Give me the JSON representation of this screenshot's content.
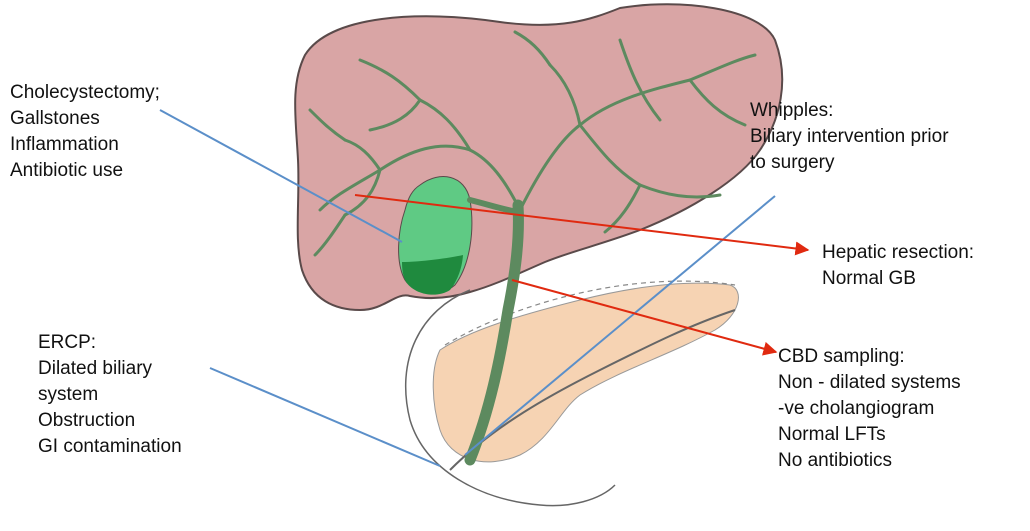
{
  "labels": {
    "cholecystectomy": [
      "Cholecystectomy;",
      "Gallstones",
      "Inflammation",
      "Antibiotic use"
    ],
    "whipples": [
      "Whipples:",
      "Biliary intervention prior",
      "to surgery"
    ],
    "hepatic_resection": [
      "Hepatic resection:",
      "Normal GB"
    ],
    "ercp": [
      "ERCP:",
      "Dilated biliary",
      "system",
      "Obstruction",
      "GI contamination"
    ],
    "cbd_sampling": [
      "CBD sampling:",
      "Non - dilated systems",
      "-ve cholangiogram",
      "Normal LFTs",
      "No antibiotics"
    ]
  },
  "colors": {
    "liver_fill": "#d9a5a5",
    "liver_stroke": "#5a4a4a",
    "duct": "#5d8a5f",
    "gallbladder": "#5fca84",
    "gallbladder_fundus": "#1f8a3e",
    "pancreas": "#f6d3b3",
    "blue_line": "#5b8fc9",
    "red_arrow": "#e02a10"
  }
}
